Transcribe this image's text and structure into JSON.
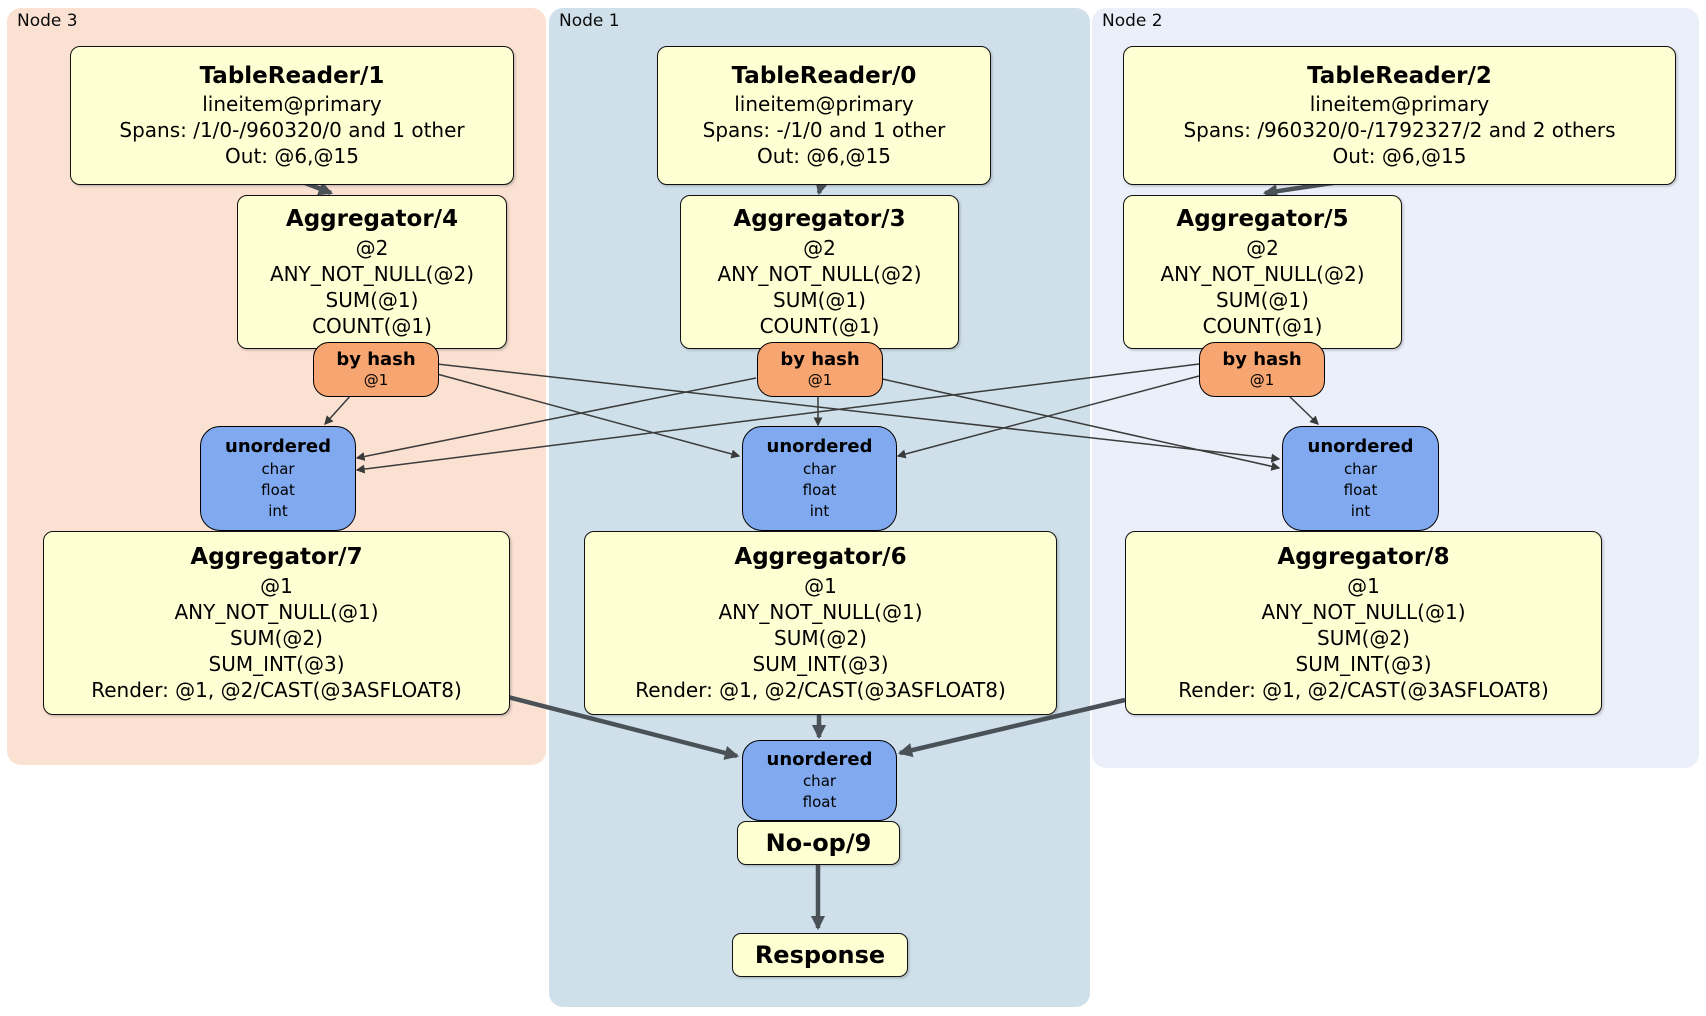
{
  "nodes": [
    {
      "label": "Node 3"
    },
    {
      "label": "Node 1"
    },
    {
      "label": "Node 2"
    }
  ],
  "processors": {
    "tablereader1": {
      "title": "TableReader/1",
      "lines": [
        "lineitem@primary",
        "Spans: /1/0-/960320/0 and 1 other",
        "Out: @6,@15"
      ]
    },
    "tablereader0": {
      "title": "TableReader/0",
      "lines": [
        "lineitem@primary",
        "Spans: -/1/0 and 1 other",
        "Out: @6,@15"
      ]
    },
    "tablereader2": {
      "title": "TableReader/2",
      "lines": [
        "lineitem@primary",
        "Spans: /960320/0-/1792327/2 and 2 others",
        "Out: @6,@15"
      ]
    },
    "aggregator4": {
      "title": "Aggregator/4",
      "lines": [
        "@2",
        "ANY_NOT_NULL(@2)",
        "SUM(@1)",
        "COUNT(@1)"
      ]
    },
    "aggregator3": {
      "title": "Aggregator/3",
      "lines": [
        "@2",
        "ANY_NOT_NULL(@2)",
        "SUM(@1)",
        "COUNT(@1)"
      ]
    },
    "aggregator5": {
      "title": "Aggregator/5",
      "lines": [
        "@2",
        "ANY_NOT_NULL(@2)",
        "SUM(@1)",
        "COUNT(@1)"
      ]
    },
    "aggregator7": {
      "title": "Aggregator/7",
      "lines": [
        "@1",
        "ANY_NOT_NULL(@1)",
        "SUM(@2)",
        "SUM_INT(@3)",
        "Render: @1, @2/CAST(@3ASFLOAT8)"
      ]
    },
    "aggregator6": {
      "title": "Aggregator/6",
      "lines": [
        "@1",
        "ANY_NOT_NULL(@1)",
        "SUM(@2)",
        "SUM_INT(@3)",
        "Render: @1, @2/CAST(@3ASFLOAT8)"
      ]
    },
    "aggregator8": {
      "title": "Aggregator/8",
      "lines": [
        "@1",
        "ANY_NOT_NULL(@1)",
        "SUM(@2)",
        "SUM_INT(@3)",
        "Render: @1, @2/CAST(@3ASFLOAT8)"
      ]
    },
    "noop": {
      "title": "No-op/9"
    },
    "response": {
      "title": "Response"
    }
  },
  "routers": {
    "hash": {
      "title": "by hash",
      "detail": "@1"
    }
  },
  "syncs": {
    "unordered_full": {
      "title": "unordered",
      "types": [
        "char",
        "float",
        "int"
      ]
    },
    "unordered_final": {
      "title": "unordered",
      "types": [
        "char",
        "float"
      ]
    }
  },
  "colors": {
    "node3_bg": "#fbe1d2",
    "node1_bg": "#cfe0ea",
    "node2_bg": "#eaeffa",
    "processor_bg": "#ffffd4",
    "router_bg": "#f7a571",
    "sync_bg": "#80a9f0",
    "edge_thick": "#4a5258",
    "edge_thin": "#3b3b3b"
  }
}
